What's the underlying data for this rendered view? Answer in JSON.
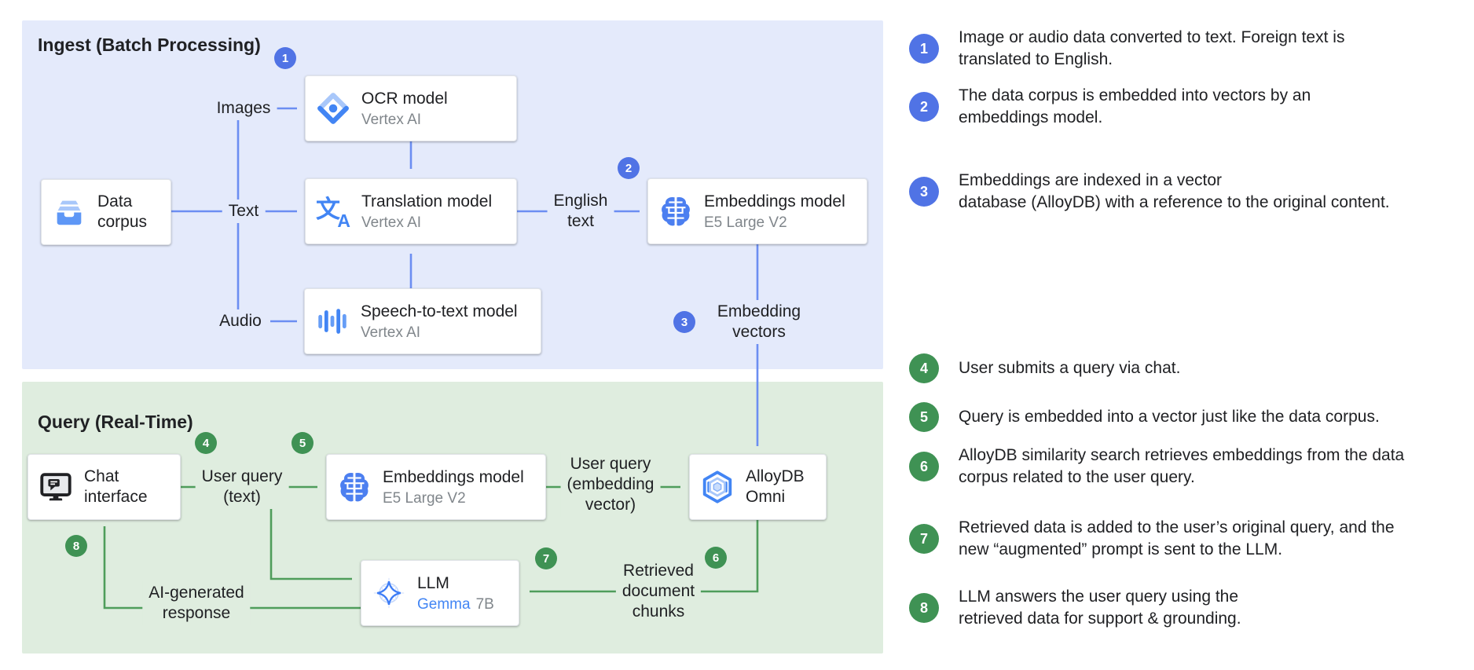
{
  "colors": {
    "ingest_bg": "#E4EAFB",
    "query_bg": "#DFEDDF",
    "line_blue": "#6C8EF2",
    "line_green": "#4F9D5B",
    "badge_blue": "#5073E5",
    "badge_green": "#3F9254",
    "text_dark": "#202124",
    "text_gray": "#80868B",
    "icon_blue": "#4285F4",
    "icon_blue_light": "#A8C7FA",
    "gemma_blue": "#4285F4"
  },
  "sections": {
    "ingest": {
      "title": "Ingest (Batch Processing)"
    },
    "query": {
      "title": "Query (Real-Time)"
    }
  },
  "nodes": {
    "data_corpus": {
      "title": "Data corpus"
    },
    "ocr": {
      "title": "OCR model",
      "subtitle": "Vertex AI"
    },
    "translation": {
      "title": "Translation model",
      "subtitle": "Vertex AI"
    },
    "speech": {
      "title": "Speech-to-text model",
      "subtitle": "Vertex AI"
    },
    "embeddings_ingest": {
      "title": "Embeddings model",
      "subtitle": "E5 Large V2"
    },
    "chat": {
      "title": "Chat interface"
    },
    "embeddings_query": {
      "title": "Embeddings model",
      "subtitle": "E5 Large V2"
    },
    "alloydb": {
      "title": "AlloyDB Omni"
    },
    "llm": {
      "title": "LLM",
      "model": "Gemma",
      "model_size": "7B"
    }
  },
  "edge_labels": {
    "images": "Images",
    "text": "Text",
    "audio": "Audio",
    "english": [
      "English",
      "text"
    ],
    "embedding_vectors": [
      "Embedding",
      "vectors"
    ],
    "user_query_text": [
      "User query",
      "(text)"
    ],
    "user_query_vector": [
      "User query",
      "(embedding",
      "vector)"
    ],
    "retrieved": [
      "Retrieved",
      "document",
      "chunks"
    ],
    "ai_response": [
      "AI-generated",
      "response"
    ]
  },
  "diagram_badges": {
    "b1": "1",
    "b2": "2",
    "b3": "3",
    "b4": "4",
    "b5": "5",
    "b6": "6",
    "b7": "7",
    "b8": "8"
  },
  "annotations": [
    {
      "num": "1",
      "lines": [
        "Image or audio data converted to text. Foreign text is",
        "translated to English."
      ]
    },
    {
      "num": "2",
      "lines": [
        "The data corpus is embedded into vectors by an",
        "embeddings model."
      ]
    },
    {
      "num": "3",
      "lines": [
        "Embeddings are indexed in a vector",
        "database (AlloyDB) with a reference to the original content."
      ]
    },
    {
      "num": "4",
      "lines": [
        "User submits a query via chat."
      ]
    },
    {
      "num": "5",
      "lines": [
        "Query is embedded into a vector just like the data corpus."
      ]
    },
    {
      "num": "6",
      "lines": [
        "AlloyDB similarity search retrieves embeddings from the data",
        "corpus related to the user query."
      ]
    },
    {
      "num": "7",
      "lines": [
        "Retrieved data is added to the user’s original query, and the",
        "new “augmented” prompt is sent to the LLM."
      ]
    },
    {
      "num": "8",
      "lines": [
        "LLM answers the user query using the",
        "retrieved data for support & grounding."
      ]
    }
  ]
}
